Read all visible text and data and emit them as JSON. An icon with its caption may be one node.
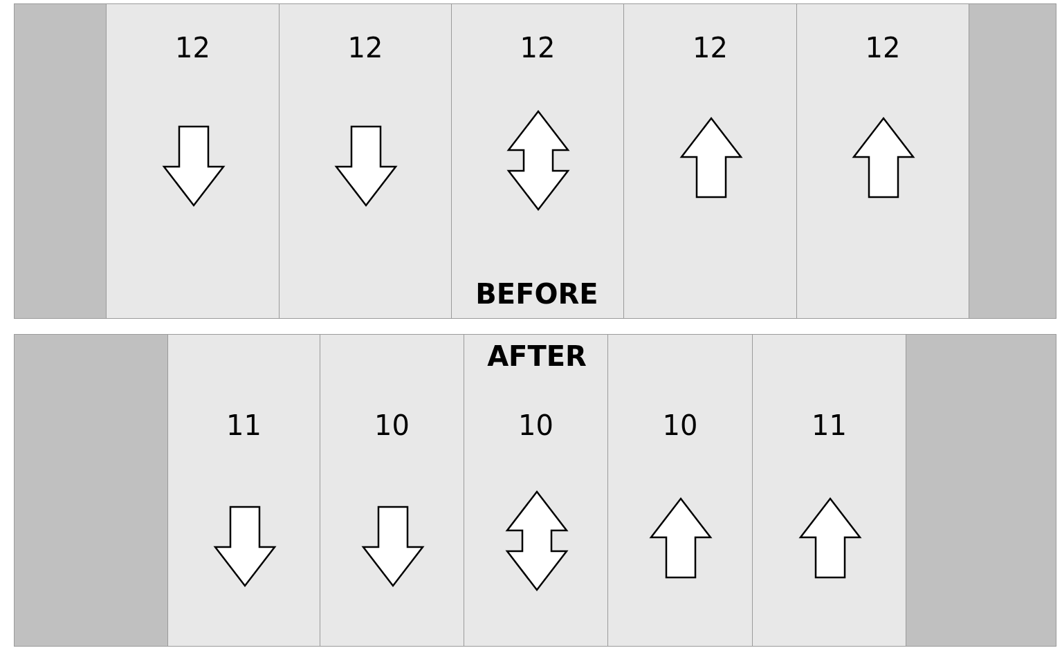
{
  "diagram": {
    "nodes": [
      {
        "text": [],
        "shape": "box"
      },
      {
        "text": [
          "12"
        ]
      },
      {
        "text": [
          "12"
        ]
      },
      {
        "text": [
          "12"
        ]
      },
      {
        "text": [
          "12"
        ]
      },
      {
        "text": [
          "12"
        ]
      },
      {
        "text": [],
        "shape": "box"
      },
      {
        "text": [],
        "shape": "box"
      },
      {
        "text": [
          "11"
        ]
      },
      {
        "text": [
          "10"
        ]
      },
      {
        "text": [
          "10"
        ]
      },
      {
        "text": [
          "10"
        ]
      },
      {
        "text": [
          "11"
        ]
      },
      {
        "text": [],
        "shape": "box"
      }
    ],
    "labels": [
      "BEFORE",
      "AFTER"
    ]
  }
}
